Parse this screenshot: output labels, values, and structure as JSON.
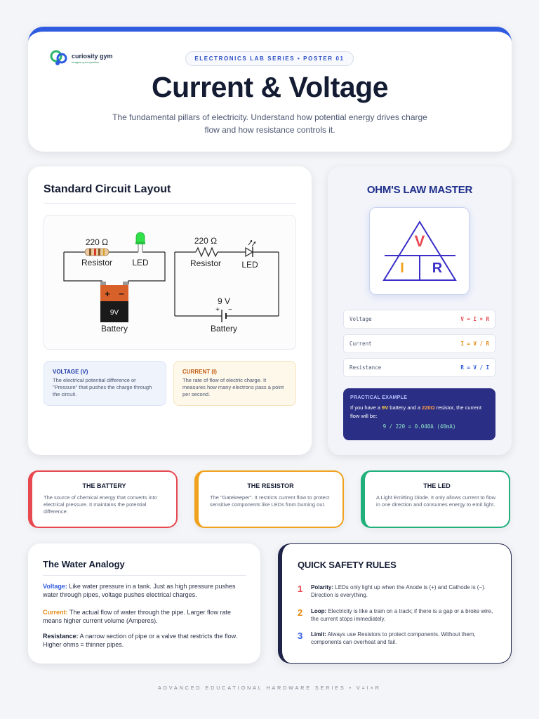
{
  "header": {
    "logo_name": "curiosity gym",
    "logo_tagline": "Imagine your question",
    "series": "ELECTRONICS LAB SERIES • POSTER 01",
    "title": "Current & Voltage",
    "subtitle": "The fundamental pillars of electricity. Understand how potential energy drives charge flow and how resistance controls it."
  },
  "circuit": {
    "title": "Standard Circuit Layout",
    "left": {
      "resistor_value": "220 Ω",
      "resistor_label": "Resistor",
      "led_label": "LED",
      "battery_value": "9V",
      "battery_label": "Battery",
      "battery_plus": "+",
      "battery_minus": "−"
    },
    "right": {
      "resistor_value": "220 Ω",
      "resistor_label": "Resistor",
      "led_label": "LED",
      "battery_value": "9 V",
      "battery_label": "Battery",
      "battery_plus": "+",
      "battery_minus": "−"
    },
    "voltage_box": {
      "heading": "VOLTAGE (V)",
      "body": "The electrical potential difference or \"Pressure\" that pushes the charge through the circuit."
    },
    "current_box": {
      "heading": "CURRENT (I)",
      "body": "The rate of flow of electric charge. It measures how many electrons pass a point per second."
    }
  },
  "ohm": {
    "title": "OHM'S LAW MASTER",
    "triangle": {
      "v": "V",
      "i": "I",
      "r": "R"
    },
    "formulas": [
      {
        "label": "Voltage",
        "value": "V = I × R",
        "color": "#e8484f"
      },
      {
        "label": "Current",
        "value": "I = V / R",
        "color": "#e58a12"
      },
      {
        "label": "Resistance",
        "value": "R = V / I",
        "color": "#2f5be0"
      }
    ],
    "practical": {
      "heading": "PRACTICAL EXAMPLE",
      "text_1": "If you have a ",
      "hl_9v": "9V",
      "text_2": " battery and a ",
      "hl_220": "220Ω",
      "text_3": " resistor, the current flow will be:",
      "calc": "9 / 220 = 0.040A (40mA)"
    }
  },
  "components": [
    {
      "title": "THE BATTERY",
      "body": "The source of chemical energy that converts into electrical pressure. It maintains the potential difference."
    },
    {
      "title": "THE RESISTOR",
      "body": "The \"Gatekeeper\". It restricts current flow to protect sensitive components like LEDs from burning out."
    },
    {
      "title": "THE LED",
      "body": "A Light Emitting Diode. It only allows current to flow in one direction and consumes energy to emit light."
    }
  ],
  "water": {
    "title": "The Water Analogy",
    "items": [
      {
        "term": "Voltage:",
        "text": " Like water pressure in a tank. Just as high pressure pushes water through pipes, voltage pushes electrical charges.",
        "color": "#2f5be0"
      },
      {
        "term": "Current:",
        "text": " The actual flow of water through the pipe. Larger flow rate means higher current volume (Amperes).",
        "color": "#e58a12"
      },
      {
        "term": "Resistance:",
        "text": " A narrow section of pipe or a valve that restricts the flow. Higher ohms = thinner pipes.",
        "color": "#1b2238"
      }
    ]
  },
  "safety": {
    "title": "QUICK SAFETY RULES",
    "rules": [
      {
        "num": "1",
        "term": "Polarity:",
        "text": " LEDs only light up when the Anode is (+) and Cathode is (−). Direction is everything.",
        "color": "#e8484f"
      },
      {
        "num": "2",
        "term": "Loop:",
        "text": " Electricity is like a train on a track; if there is a gap or a broke wire, the current stops immediately.",
        "color": "#e58a12"
      },
      {
        "num": "3",
        "term": "Limit:",
        "text": " Always use Resistors to protect components. Without them, components can overheat and fail.",
        "color": "#2f5be0"
      }
    ]
  },
  "footer": "ADVANCED EDUCATIONAL HARDWARE SERIES • V=I×R"
}
